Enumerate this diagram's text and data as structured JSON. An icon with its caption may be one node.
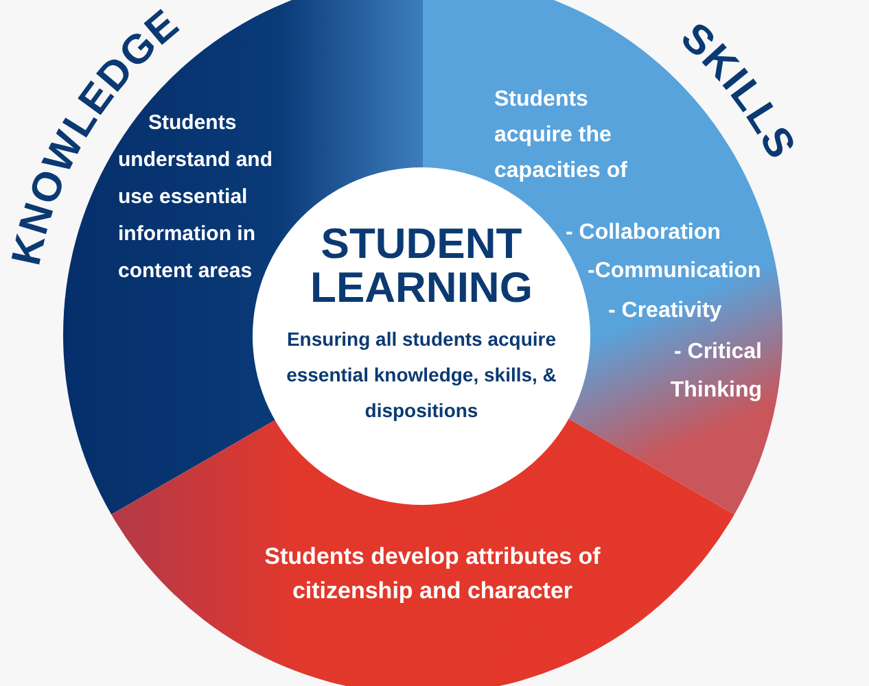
{
  "diagram": {
    "nodes": [
      {
        "text": [
          "KNOWLEDGE",
          "Students understand and use essential information in content areas"
        ]
      },
      {
        "text": [
          "SKILLS",
          "Students acquire the capacities of",
          "- Collaboration",
          "-Communication",
          "- Creativity",
          "- Critical Thinking"
        ]
      },
      {
        "text": [
          "Students develop attributes of citizenship and character"
        ]
      },
      {
        "text": [
          "STUDENT LEARNING",
          "Ensuring all students acquire essential knowledge, skills, & dispositions"
        ]
      }
    ]
  }
}
